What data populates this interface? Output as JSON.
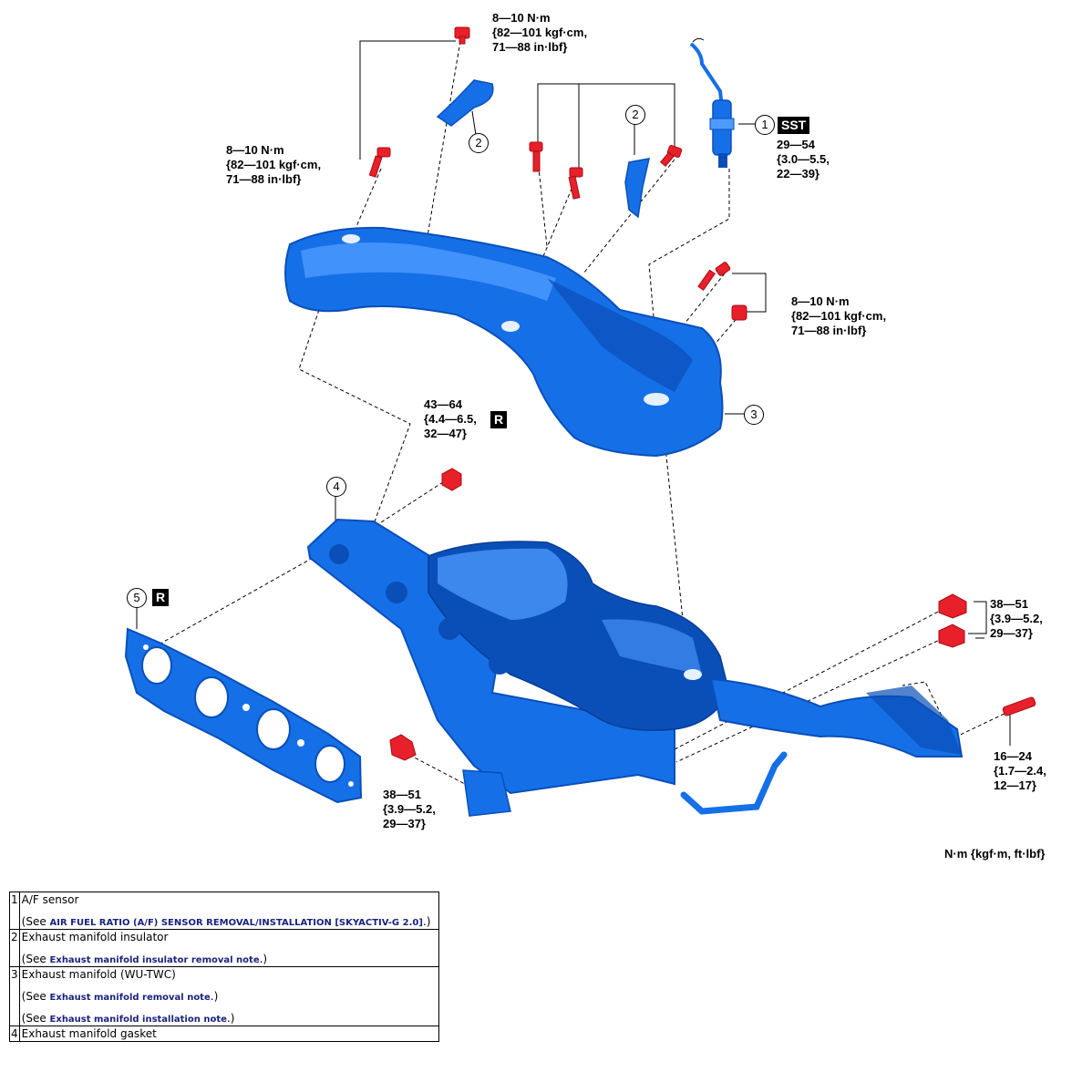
{
  "torque_labels": {
    "t_top_center": "8—10 N·m\n{82—101 kgf·cm,\n71—88 in·lbf}",
    "t_top_left": "8—10 N·m\n{82—101 kgf·cm,\n71—88 in·lbf}",
    "t_right_mid": "8—10 N·m\n{82—101 kgf·cm,\n71—88 in·lbf}",
    "t_sensor": "29—54\n{3.0—5.5,\n22—39}",
    "t_nut_center": "43—64\n{4.4—6.5,\n32—47}",
    "t_nut_right": "38—51\n{3.9—5.2,\n29—37}",
    "t_nut_bottom": "38—51\n{3.9—5.2,\n29—37}",
    "t_stud": "16—24\n{1.7—2.4,\n12—17}",
    "unit_note": "N·m {kgf·m, ft·lbf}"
  },
  "tags": {
    "sst": "SST",
    "replace": "R"
  },
  "callouts": {
    "c1": "1",
    "c2a": "2",
    "c2b": "2",
    "c3": "3",
    "c4": "4",
    "c5": "5"
  },
  "colors": {
    "part_fill": "#1570e8",
    "part_dark": "#0a4fb8",
    "part_light": "#4d9bff",
    "bolt": "#e8202a",
    "link": "#1a237e"
  },
  "parts_table": {
    "rows": [
      {
        "num": "1",
        "name": "A/F sensor",
        "see_prefix": "(See ",
        "link": "AIR FUEL RATIO (A/F) SENSOR REMOVAL/INSTALLATION [SKYACTIV-G 2.0]",
        "see_suffix": ".)"
      },
      {
        "num": "2",
        "name": "Exhaust manifold insulator",
        "see_prefix": "(See ",
        "link": "Exhaust manifold insulator removal note",
        "see_suffix": ".)"
      },
      {
        "num": "3",
        "name": "Exhaust manifold (WU-TWC)",
        "see_prefix": "(See ",
        "link": "Exhaust manifold removal note",
        "see_suffix": ".)",
        "see2_prefix": "(See ",
        "link2": "Exhaust manifold installation note",
        "see2_suffix": ".)"
      },
      {
        "num": "4",
        "name": "Exhaust manifold gasket"
      }
    ]
  }
}
